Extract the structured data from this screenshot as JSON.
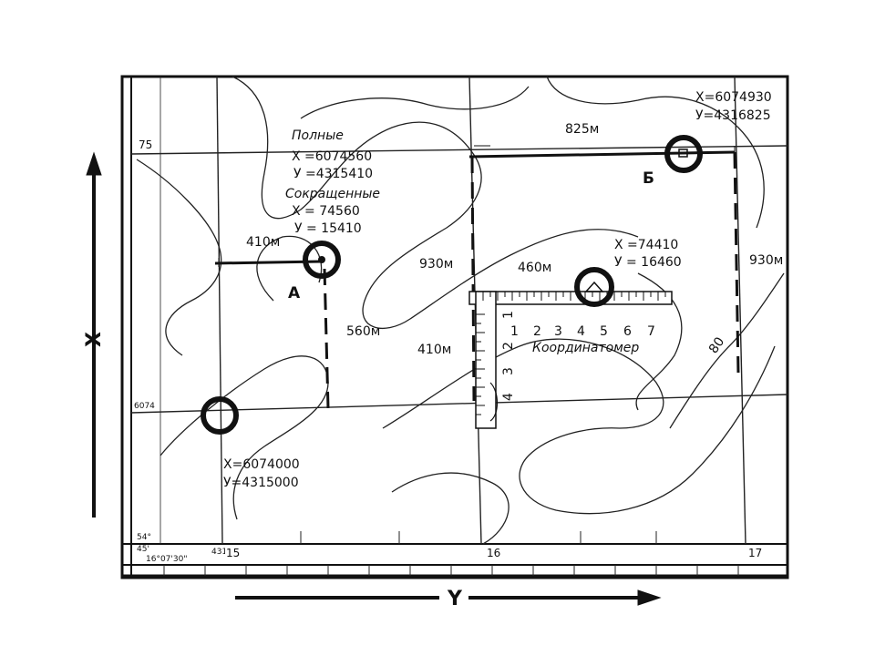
{
  "axes": {
    "x_label": "X",
    "y_label": "Y"
  },
  "grid_labels": {
    "left_75": "75",
    "left_6074": "6074",
    "bottom_4315": "4315",
    "bottom_16": "16",
    "bottom_17": "17",
    "corner_lat": "54°",
    "corner_45": "45'",
    "corner_lon": "16°07'30\""
  },
  "point_a": {
    "letter": "A",
    "full_heading": "Полные",
    "full_x": "X =6074560",
    "full_y": "У =4315410",
    "short_heading": "Сокращенные",
    "short_x": "X = 74560",
    "short_y": "У = 15410",
    "dist_top": "410м",
    "dist_side": "560м"
  },
  "point_b": {
    "letter": "Б",
    "x": "X=6074930",
    "y": "У=4316825",
    "dist_top": "825м",
    "dist_left": "930м",
    "dist_right": "930м"
  },
  "origin_point": {
    "x": "X=6074000",
    "y": "У=4315000"
  },
  "point_c": {
    "x": "X =74410",
    "y": "У = 16460",
    "dist_top": "460м",
    "dist_left": "410м"
  },
  "coordinatometer": {
    "label": "Координатомер",
    "ticks_h": [
      "1",
      "2",
      "3",
      "4",
      "5",
      "6",
      "7"
    ],
    "ticks_v": [
      "1",
      "2",
      "3",
      "4"
    ]
  },
  "contour_label": "80"
}
